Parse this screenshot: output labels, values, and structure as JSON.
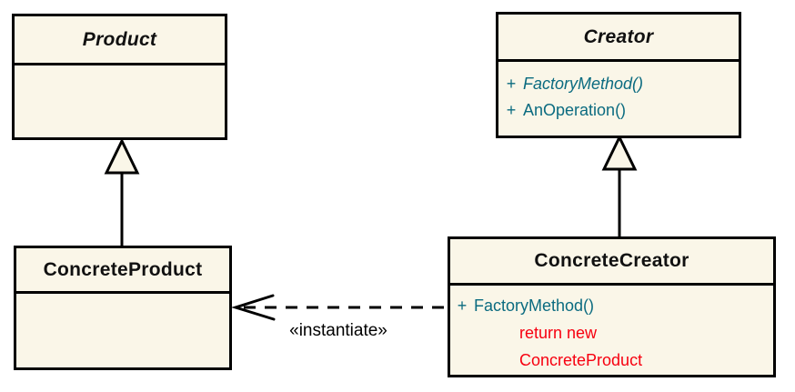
{
  "diagram": {
    "type": "uml-class-diagram",
    "pattern": "Factory Method",
    "colors": {
      "box_fill": "#faf6e8",
      "border": "#000000",
      "method_text": "#0b6b80",
      "code_text": "#f70010",
      "background": "#ffffff"
    },
    "product": {
      "name": "Product",
      "abstract": true
    },
    "creator": {
      "name": "Creator",
      "abstract": true,
      "methods": [
        {
          "visibility": "+",
          "name": "FactoryMethod()",
          "abstract": true
        },
        {
          "visibility": "+",
          "name": "AnOperation()",
          "abstract": false
        }
      ]
    },
    "concrete_product": {
      "name": "ConcreteProduct",
      "abstract": false
    },
    "concrete_creator": {
      "name": "ConcreteCreator",
      "abstract": false,
      "methods": [
        {
          "visibility": "+",
          "name": "FactoryMethod()",
          "abstract": false
        }
      ],
      "code_lines": [
        "return new",
        "ConcreteProduct"
      ]
    },
    "relations": {
      "generalizations": [
        {
          "from": "ConcreteProduct",
          "to": "Product"
        },
        {
          "from": "ConcreteCreator",
          "to": "Creator"
        }
      ],
      "dependency": {
        "from": "ConcreteCreator",
        "to": "ConcreteProduct",
        "label": "«instantiate»"
      }
    }
  }
}
